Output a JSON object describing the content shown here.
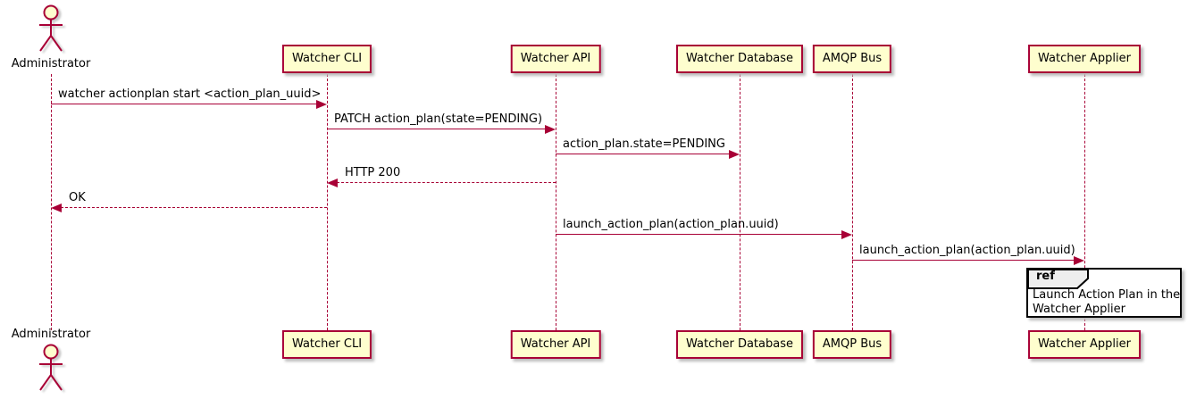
{
  "diagram_type": "sequence",
  "participants": [
    {
      "id": "administrator",
      "label": "Administrator",
      "type": "actor"
    },
    {
      "id": "watcher-cli",
      "label": "Watcher CLI",
      "type": "participant"
    },
    {
      "id": "watcher-api",
      "label": "Watcher API",
      "type": "participant"
    },
    {
      "id": "watcher-database",
      "label": "Watcher Database",
      "type": "participant"
    },
    {
      "id": "amqp-bus",
      "label": "AMQP Bus",
      "type": "participant"
    },
    {
      "id": "watcher-applier",
      "label": "Watcher Applier",
      "type": "participant"
    }
  ],
  "messages": [
    {
      "from": 0,
      "to": 1,
      "label": "watcher actionplan start <action_plan_uuid>",
      "line": "solid"
    },
    {
      "from": 1,
      "to": 2,
      "label": "PATCH action_plan(state=PENDING)",
      "line": "solid"
    },
    {
      "from": 2,
      "to": 3,
      "label": "action_plan.state=PENDING",
      "line": "solid"
    },
    {
      "from": 2,
      "to": 1,
      "label": "HTTP 200",
      "line": "dashed"
    },
    {
      "from": 1,
      "to": 0,
      "label": "OK",
      "line": "dashed"
    },
    {
      "from": 2,
      "to": 4,
      "label": "launch_action_plan(action_plan.uuid)",
      "line": "solid"
    },
    {
      "from": 4,
      "to": 5,
      "label": "launch_action_plan(action_plan.uuid)",
      "line": "solid"
    }
  ],
  "ref": {
    "keyword": "ref",
    "over": "watcher-applier",
    "lines": [
      "Launch Action Plan in the",
      "Watcher Applier"
    ]
  },
  "colors": {
    "participant_fill": "#FEFECE",
    "stroke": "#A80036",
    "text": "#000000",
    "ref_border": "#000000",
    "ref_header_fill": "#EEEEEE",
    "background": "#FFFFFF"
  }
}
